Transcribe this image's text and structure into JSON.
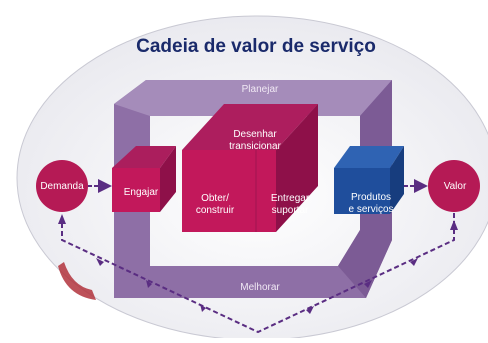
{
  "title": "Cadeia de valor de serviço",
  "ring": {
    "top_label": "Planejar",
    "bottom_label": "Melhorar"
  },
  "center_cube": {
    "top_label": "Desenhar\ntransicionar",
    "left_label": "Obter/\nconstruir",
    "right_label": "Entregar\nsuportar"
  },
  "engage_cube": {
    "label": "Engajar"
  },
  "products_cube": {
    "label": "Produtos\ne serviços"
  },
  "demand": {
    "label": "Demanda"
  },
  "value": {
    "label": "Valor"
  },
  "colors": {
    "title": "#1a2a6b",
    "ring": "#8e6fa6",
    "magenta": "#c2185b",
    "blue": "#1f4e9c",
    "dashed_arrow": "#5a2d82"
  }
}
